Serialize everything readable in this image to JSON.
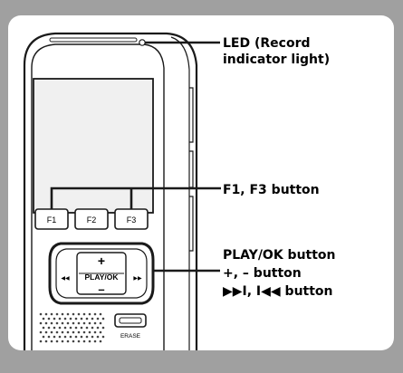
{
  "device": {
    "buttons": {
      "f1": "F1",
      "f2": "F2",
      "f3": "F3",
      "plus": "+",
      "play_ok": "PLAY/OK",
      "minus": "–",
      "rewind": "◀◀",
      "forward": "▶▶",
      "erase": "ERASE"
    }
  },
  "callouts": {
    "led_line1": "LED (Record",
    "led_line2": "indicator light)",
    "f_buttons": "F1, F3 button",
    "play_ok": "PLAY/OK button",
    "plus_minus": "+, – button",
    "skip": "▶▶I, I◀◀ button"
  },
  "colors": {
    "border": "#a0a0a0",
    "panel": "#ffffff",
    "device_outline": "#1a1a1a",
    "screen": "#f0f0f0"
  }
}
